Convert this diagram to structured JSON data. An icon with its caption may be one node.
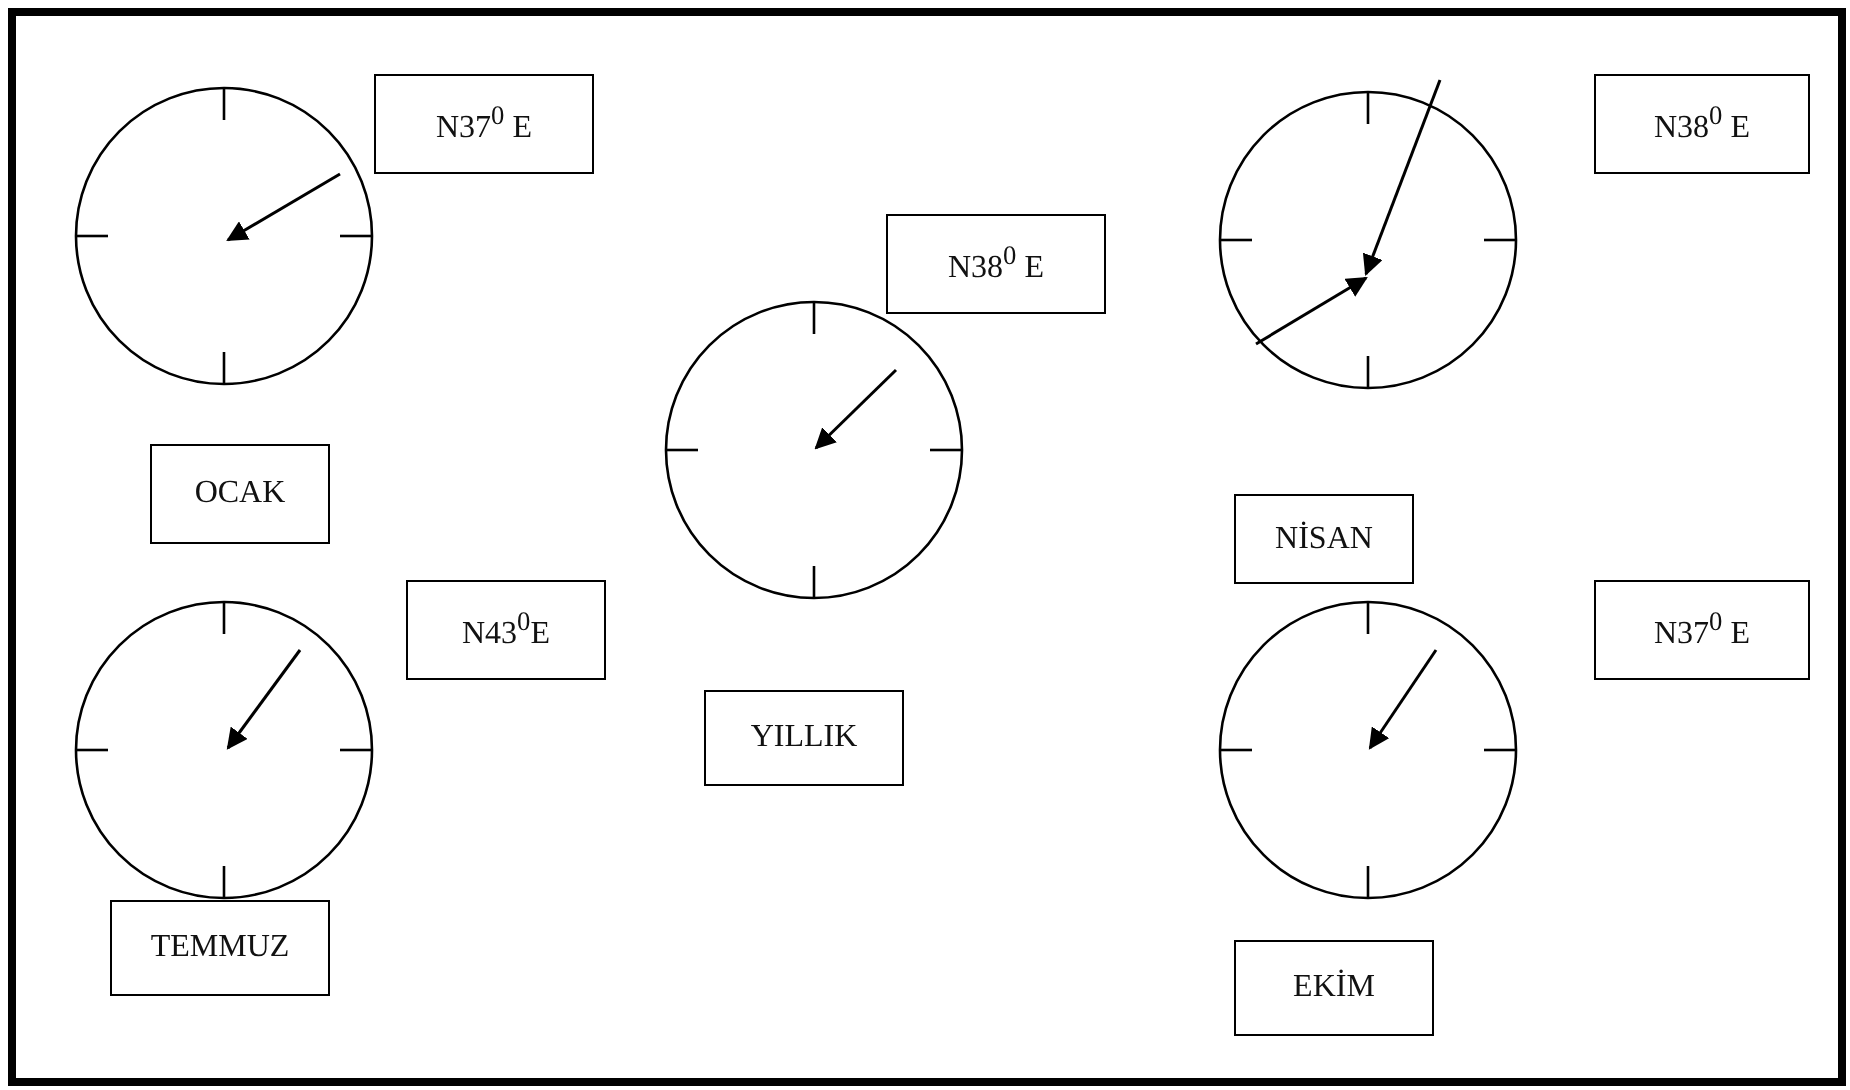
{
  "diagram": {
    "nodes": [
      {
        "text": [
          "N37$^{0}$ E"
        ]
      },
      {
        "text": [
          "N38$^{0}$ E"
        ]
      },
      {
        "text": [
          "N38$^{0}$ E"
        ]
      },
      {
        "text": [
          "OCAK"
        ]
      },
      {
        "text": [
          "NİSAN"
        ]
      },
      {
        "text": [
          "N43$^{0}$E"
        ]
      },
      {
        "text": [
          "N37$^{0}$ E"
        ]
      },
      {
        "text": [
          "YILLIK"
        ]
      },
      {
        "text": [
          "TEMMUZ"
        ]
      },
      {
        "text": [
          "EKİM"
        ]
      }
    ]
  }
}
